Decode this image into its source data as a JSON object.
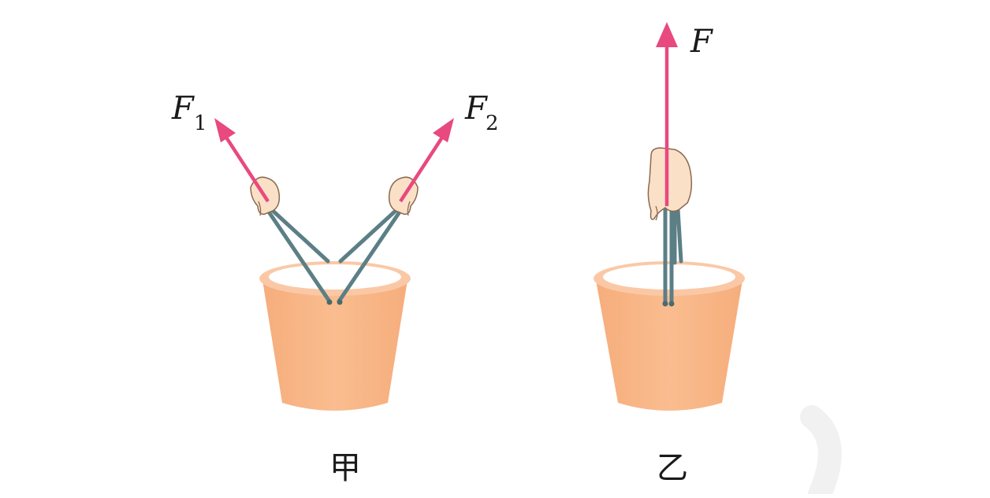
{
  "figure_a": {
    "caption": "甲",
    "force_left": {
      "symbol": "F",
      "subscript": "1"
    },
    "force_right": {
      "symbol": "F",
      "subscript": "2"
    }
  },
  "figure_b": {
    "caption": "乙",
    "force": {
      "symbol": "F"
    }
  },
  "colors": {
    "arrow": "#e8497e",
    "bucket_body": "#f9b987",
    "bucket_rim": "#fbc8a6",
    "bucket_inner": "#ffffff",
    "rope": "#5c7f86",
    "hand": "#fbe0c8",
    "hand_outline": "#8a6a50"
  }
}
